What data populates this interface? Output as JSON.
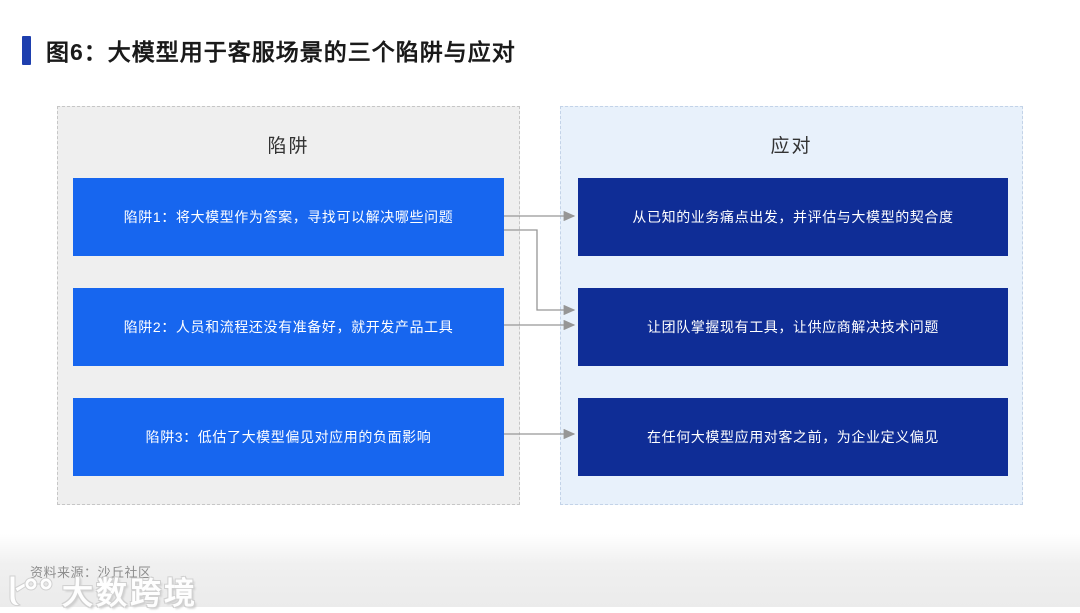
{
  "title": {
    "text": "图6：大模型用于客服场景的三个陷阱与应对"
  },
  "columns": {
    "left": {
      "header": "陷阱",
      "items": [
        "陷阱1：将大模型作为答案，寻找可以解决哪些问题",
        "陷阱2：人员和流程还没有准备好，就开发产品工具",
        "陷阱3：低估了大模型偏见对应用的负面影响"
      ]
    },
    "right": {
      "header": "应对",
      "items": [
        "从已知的业务痛点出发，并评估与大模型的契合度",
        "让团队掌握现有工具，让供应商解决技术问题",
        "在任何大模型应用对客之前，为企业定义偏见"
      ]
    }
  },
  "connectors": [
    "pitfall-1 to response-1",
    "pitfall-1 to response-2",
    "pitfall-2 to response-2",
    "pitfall-3 to response-3"
  ],
  "footer": {
    "source": "资料来源：沙丘社区",
    "watermark": "大数跨境"
  },
  "icons": {
    "accent_bar": "title-accent-bar",
    "watermark_logo": "glasses-face-logo"
  },
  "colors": {
    "accent_bar": "#1e3fae",
    "pitfall_box": "#1766ef",
    "response_box": "#0f2d96",
    "left_panel_bg": "#efefef",
    "right_panel_bg": "#e8f1fb",
    "connector": "#969696",
    "title_text": "#1a1a1a",
    "source_text": "#8d8d8d"
  }
}
